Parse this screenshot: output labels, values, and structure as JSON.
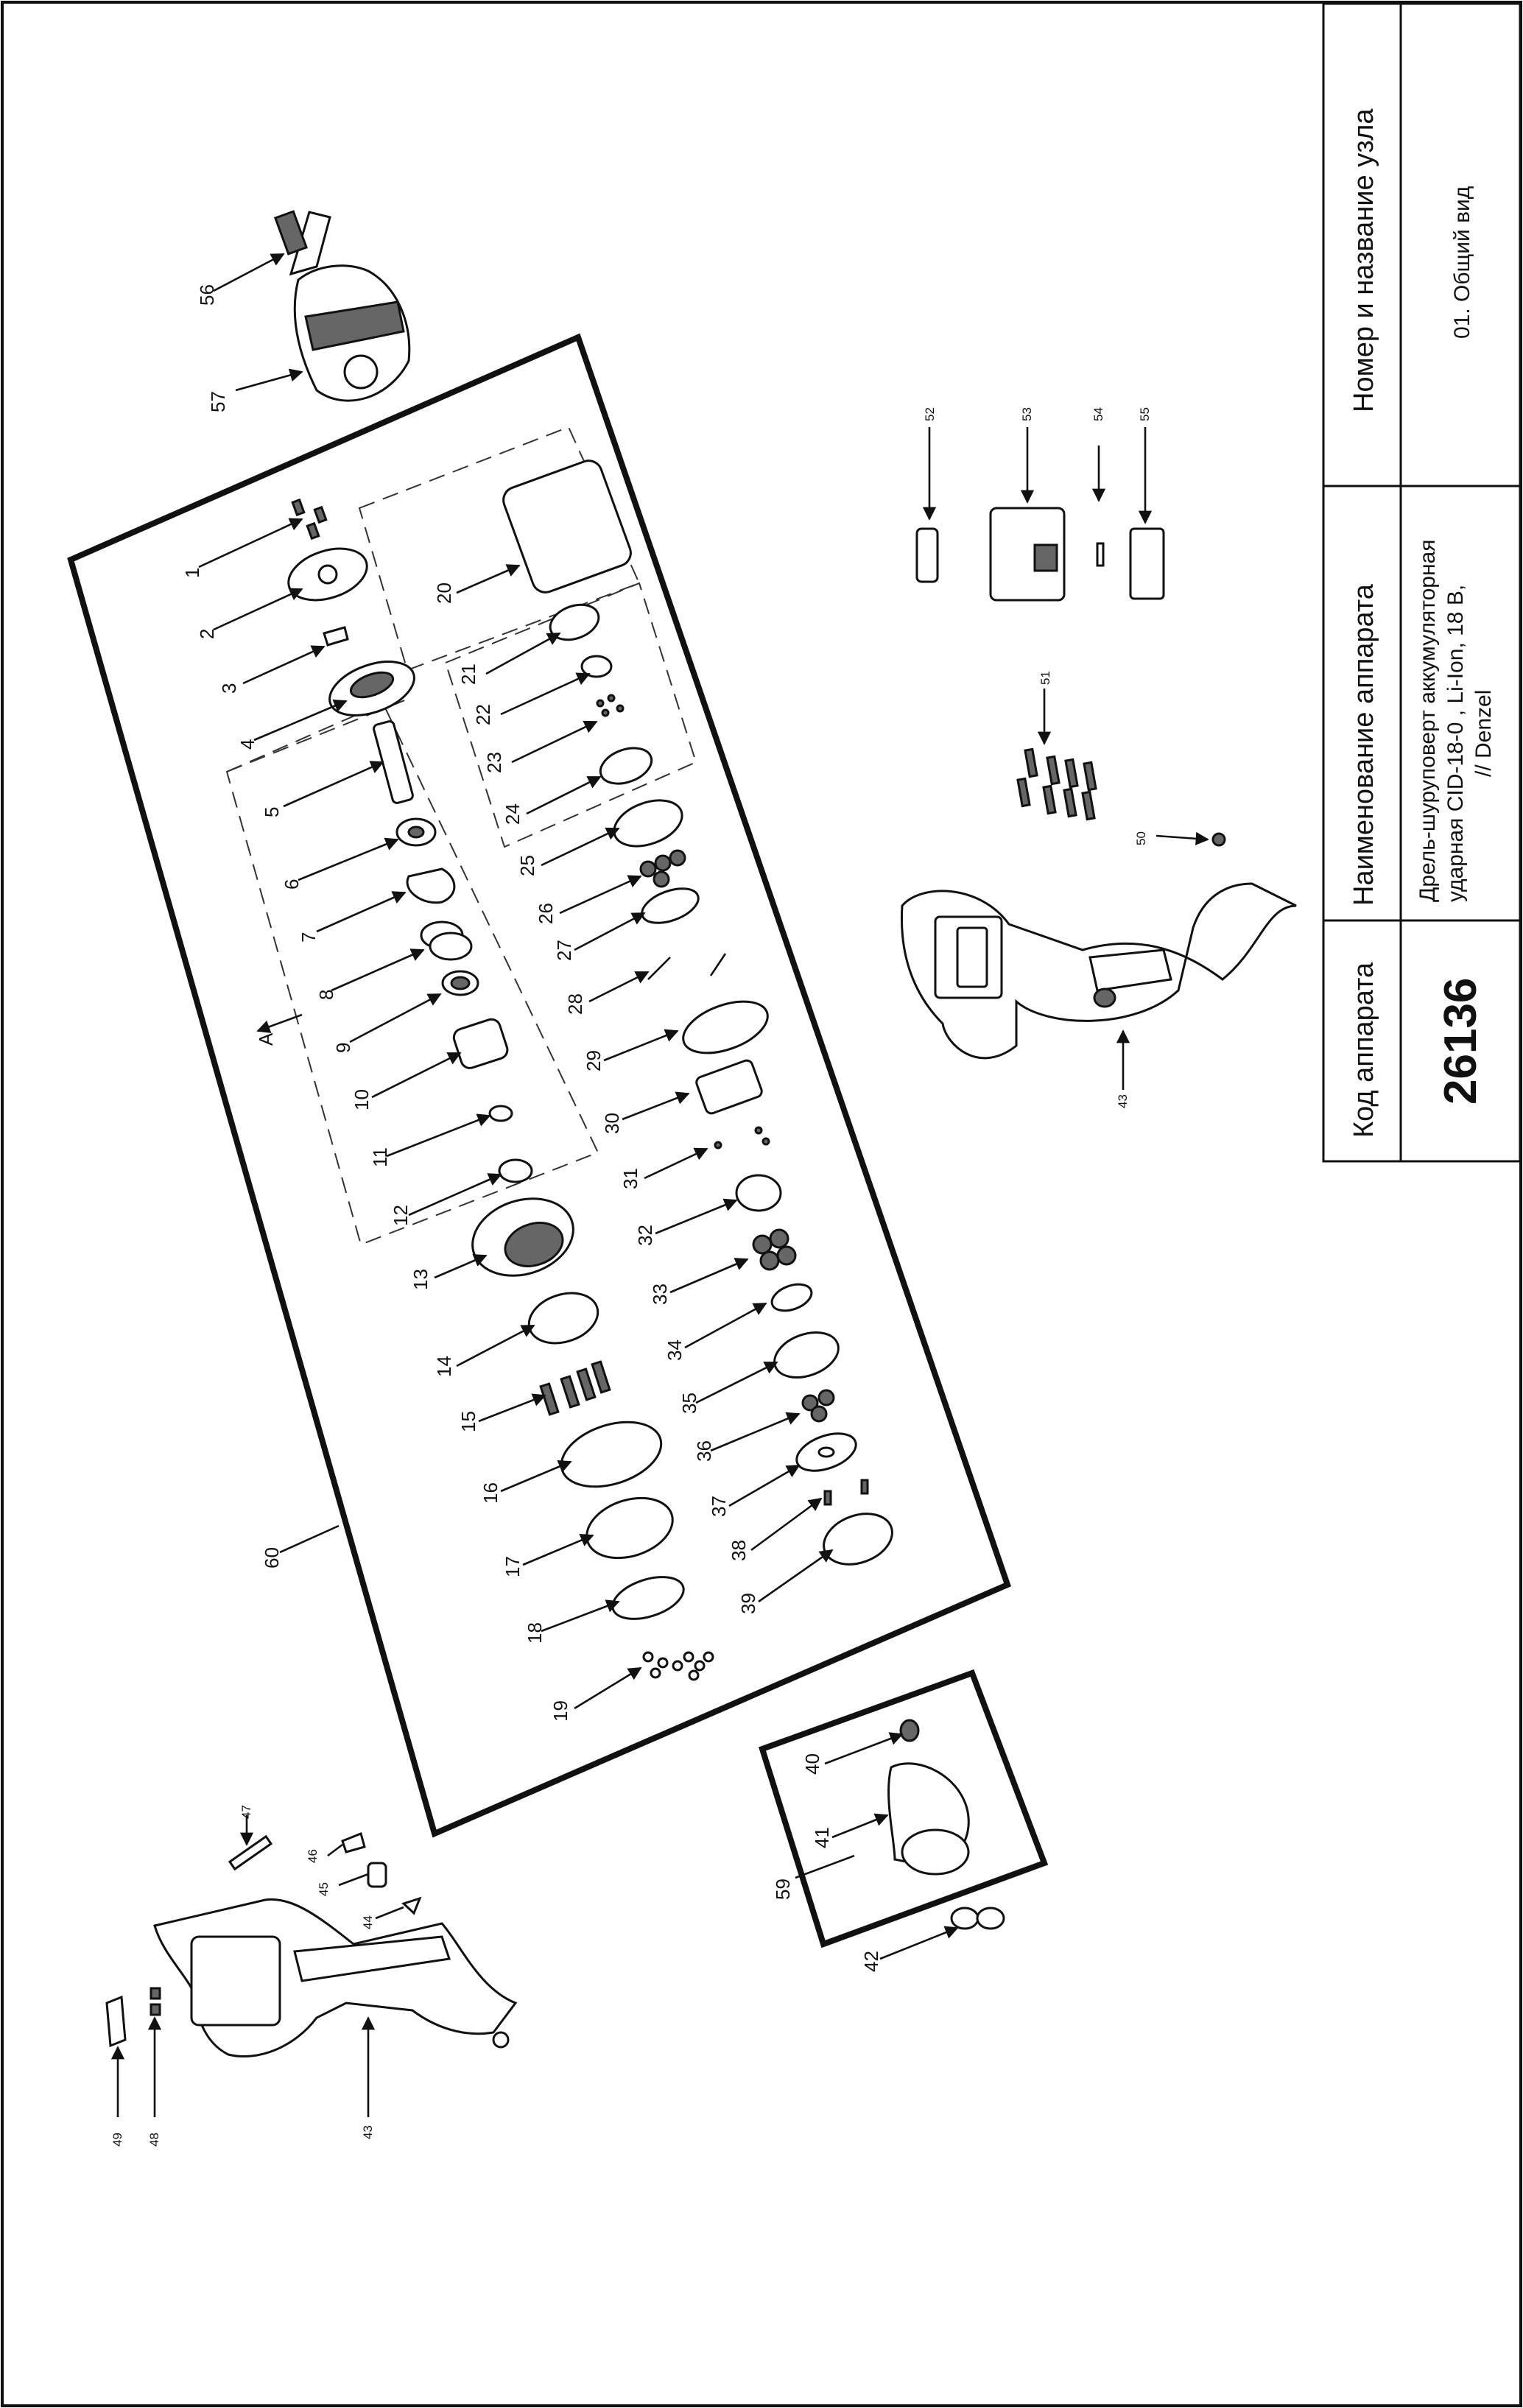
{
  "title_block": {
    "code_header": "Код аппарата",
    "code_value": "26136",
    "name_header": "Наименование аппарата",
    "name_line1": "Дрель-шуруповерт аккумуляторная",
    "name_line2": "ударная CID-18-0 , Li-Ion, 18 В,",
    "name_line3": "// Denzel",
    "node_header": "Номер и название узла",
    "node_value": "01. Общий вид"
  },
  "group_marker": "A",
  "callouts": [
    "1",
    "2",
    "3",
    "4",
    "5",
    "6",
    "7",
    "8",
    "9",
    "10",
    "11",
    "12",
    "13",
    "14",
    "15",
    "16",
    "17",
    "18",
    "19",
    "20",
    "21",
    "22",
    "23",
    "24",
    "25",
    "26",
    "27",
    "28",
    "29",
    "30",
    "31",
    "32",
    "33",
    "34",
    "35",
    "36",
    "37",
    "38",
    "39",
    "40",
    "41",
    "42",
    "43",
    "43",
    "44",
    "45",
    "46",
    "47",
    "48",
    "49",
    "50",
    "51",
    "52",
    "53",
    "54",
    "55",
    "56",
    "57",
    "59",
    "60"
  ]
}
